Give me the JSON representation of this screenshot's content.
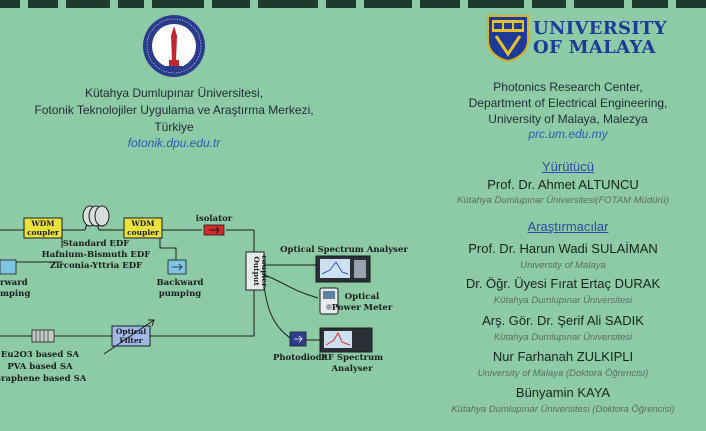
{
  "left_header": {
    "lines": [
      "Kütahya Dumlupınar Üniversitesi,",
      "Fotonik Teknolojiler Uygulama ve Araştırma Merkezi,",
      "Türkiye"
    ],
    "link": "fotonik.dpu.edu.tr",
    "seal_text": "KÜTAHYA DUMLUPINAR ÜNİVERSİTESİ 1992"
  },
  "right_header": {
    "logo_line1": "UNIVERSITY",
    "logo_line2": "OF MALAYA",
    "lines": [
      "Photonics Research Center,",
      "Department of Electrical Engineering,",
      "University of Malaya, Malezya"
    ],
    "link": "prc.um.edu.my"
  },
  "team": {
    "lead_heading": "Yürütücü",
    "lead": {
      "name": "Prof. Dr. Ahmet ALTUNCU",
      "affiliation": "Kütahya Dumlupınar Üniversitesi(FOTAM Müdürü)"
    },
    "researchers_heading": "Araştırmacılar",
    "researchers": [
      {
        "name": "Prof. Dr. Harun Wadi SULAİMAN",
        "affiliation": "University of Malaya"
      },
      {
        "name": "Dr. Öğr. Üyesi Fırat Ertaç DURAK",
        "affiliation": "Kütahya Dumlupınar Üniversitesi"
      },
      {
        "name": "Arş. Gör. Dr. Şerif Ali SADIK",
        "affiliation": "Kütahya Dumlupınar Üniversitesi"
      },
      {
        "name": "Nur Farhanah ZULKIPLI",
        "affiliation": "University of Malaya (Doktora Öğrencisi)"
      },
      {
        "name": "Bünyamin KAYA",
        "affiliation": "Kütahya Dumlupınar Üniversitesi (Doktora Öğrencisi)"
      }
    ]
  },
  "diagram": {
    "wdm1": [
      "WDM",
      "coupler"
    ],
    "wdm2": [
      "WDM",
      "coupler"
    ],
    "isolator": "isolator",
    "edf_lines": [
      "Standard EDF",
      "Hafnium-Bismuth EDF",
      "Zirconia-Yttria EDF"
    ],
    "forward_pumping": [
      "rward",
      "mping"
    ],
    "backward_pumping": [
      "Backward",
      "pumping"
    ],
    "output_coupler": [
      "Output",
      "coupler"
    ],
    "osa": "Optical Spectrum Analyser",
    "power_meter": [
      "Optical",
      "Power Meter"
    ],
    "photodiode": "Photodiode",
    "rf_analyser": [
      "RF Spectrum",
      "Analyser"
    ],
    "optical_filter": [
      "Optical",
      "Filter"
    ],
    "sa_lines": [
      "Eu2O3 based SA",
      "PVA based SA",
      "Graphene based SA"
    ]
  },
  "colors": {
    "background": "#8ccba6",
    "wdm_box": "#e8e23a",
    "um_blue": "#1d3a9a",
    "heading_blue": "#2e47a8",
    "link_blue": "#2a58b8",
    "isolator_red": "#d62b2b"
  }
}
